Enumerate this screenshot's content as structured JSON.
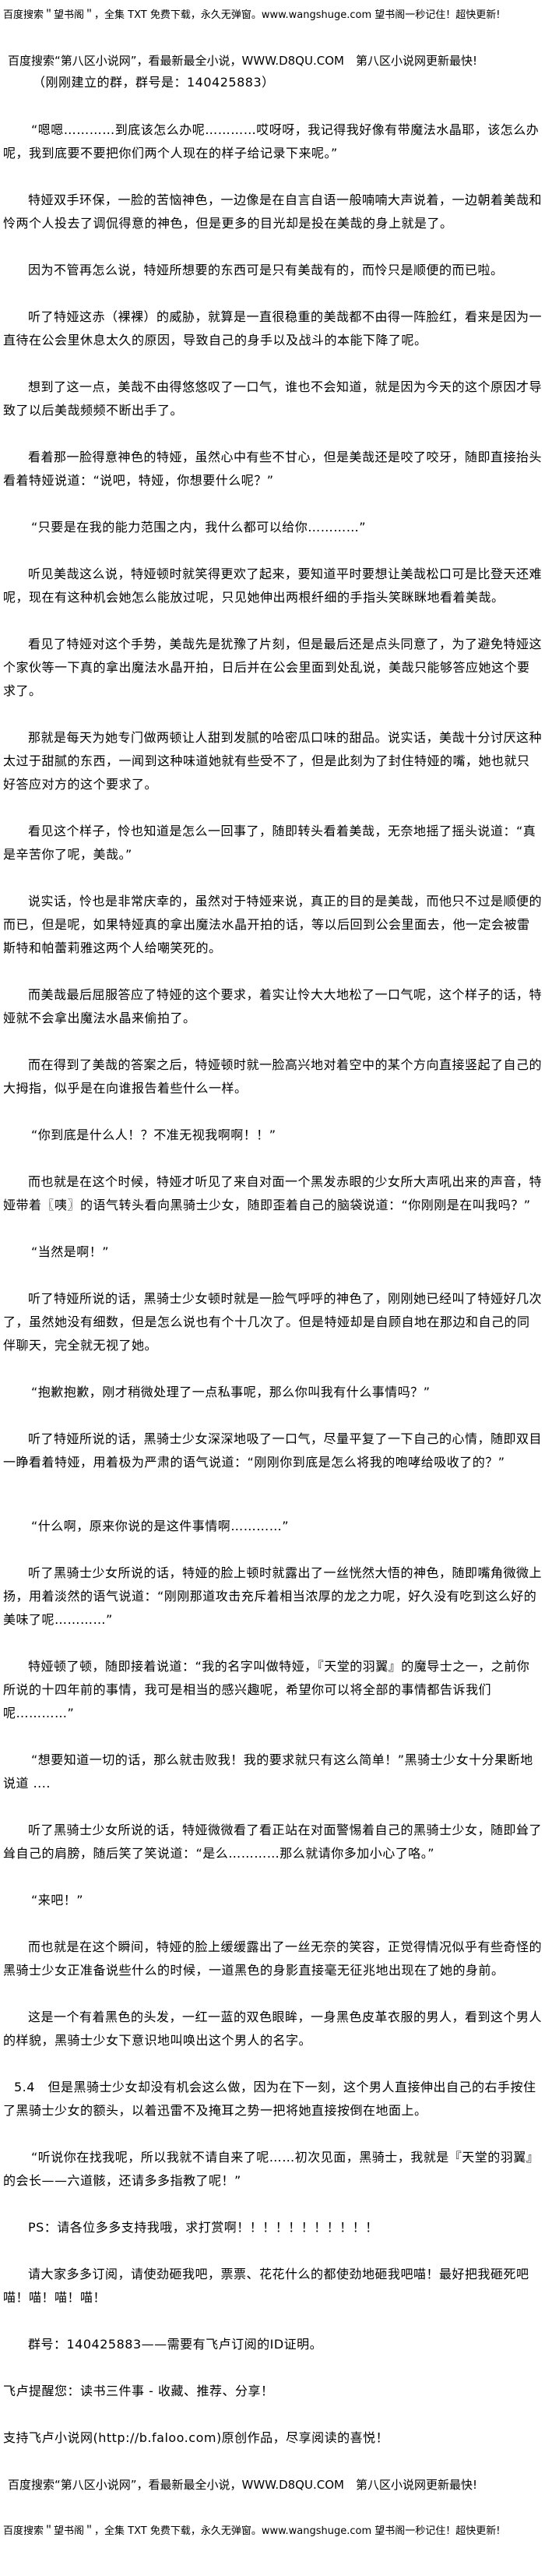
{
  "top_banner": "百度搜索＂望书阁＂，全集 TXT 免费下载，永久无弹窗。www.wangshuge.com 望书阁一秒记住！超快更新!",
  "site_ad": "百度搜索“第八区小说网”，看最新最全小说，WWW.D8QU.COM　第八区小说网更新最快!",
  "group_note": "（刚刚建立的群，群号是：140425883）",
  "paragraphs": [
    "“嗯嗯…………到底该怎么办呢…………哎呀呀，我记得我好像有带魔法水晶耶，该怎么办呢，我到底要不要把你们两个人现在的样子给记录下来呢。”",
    "特娅双手环保，一脸的苦恼神色，一边像是在自言自语一般喃喃大声说着，一边朝着美哉和怜两个人投去了调侃得意的神色，但是更多的目光却是投在美哉的身上就是了。",
    "因为不管再怎么说，特娅所想要的东西可是只有美哉有的，而怜只是顺便的而已啦。",
    "听了特娅这赤（裸裸）的威胁，就算是一直很稳重的美哉都不由得一阵脸红，看来是因为一直待在公会里休息太久的原因，导致自己的身手以及战斗的本能下降了呢。",
    "想到了这一点，美哉不由得悠悠叹了一口气，谁也不会知道，就是因为今天的这个原因才导致了以后美哉频频不断出手了。",
    "看着那一脸得意神色的特娅，虽然心中有些不甘心，但是美哉还是咬了咬牙，随即直接抬头看着特娅说道：“说吧，特娅，你想要什么呢？”",
    "“只要是在我的能力范围之内，我什么都可以给你…………”",
    "听见美哉这么说，特娅顿时就笑得更欢了起来，要知道平时要想让美哉松口可是比登天还难呢，现在有这种机会她怎么能放过呢，只见她伸出两根纤细的手指头笑眯眯地看着美哉。",
    "看见了特娅对这个手势，美哉先是犹豫了片刻，但是最后还是点头同意了，为了避免特娅这个家伙等一下真的拿出魔法水晶开拍，日后并在公会里面到处乱说，美哉只能够答应她这个要求了。",
    "那就是每天为她专门做两顿让人甜到发腻的哈密瓜口味的甜品。说实话，美哉十分讨厌这种太过于甜腻的东西，一闻到这种味道她就有些受不了，但是此刻为了封住特娅的嘴，她也就只好答应对方的这个要求了。",
    "看见这个样子，怜也知道是怎么一回事了，随即转头看着美哉，无奈地摇了摇头说道：“真是辛苦你了呢，美哉。”",
    "说实话，怜也是非常庆幸的，虽然对于特娅来说，真正的目的是美哉，而他只不过是顺便的而已，但是呢，如果特娅真的拿出魔法水晶开拍的话，等以后回到公会里面去，他一定会被雷斯特和帕蕾莉雅这两个人给嘲笑死的。",
    "而美哉最后屈服答应了特娅的这个要求，着实让怜大大地松了一口气呢，这个样子的话，特娅就不会拿出魔法水晶来偷拍了。",
    "而在得到了美哉的答案之后，特娅顿时就一脸高兴地对着空中的某个方向直接竖起了自己的大拇指，似乎是在向谁报告着些什么一样。",
    "“你到底是什么人！？不准无视我啊啊！！”",
    "而也就是在这个时候，特娅才听见了来自对面一个黑发赤眼的少女所大声吼出来的声音，特娅带着〖咦〗的语气转头看向黑骑士少女，随即歪着自己的脑袋说道：“你刚刚是在叫我吗？”",
    "“当然是啊！”",
    "听了特娅所说的话，黑骑士少女顿时就是一脸气呼呼的神色了，刚刚她已经叫了特娅好几次了，虽然她没有细数，但是怎么说也有个十几次了。但是特娅却是自顾自地在那边和自己的同伴聊天，完全就无视了她。",
    "“抱歉抱歉，刚才稍微处理了一点私事呢，那么你叫我有什么事情吗？”",
    "听了特娅所说的话，黑骑士少女深深地吸了一口气，尽量平复了一下自己的心情，随即双目一睁看着特娅，用着极为严肃的语气说道：“刚刚你到底是怎么将我的咆哮给吸收了的？”",
    "“什么啊，原来你说的是这件事情啊…………”",
    "听了黑骑士少女所说的话，特娅的脸上顿时就露出了一丝恍然大悟的神色，随即嘴角微微上扬，用着淡然的语气说道：“刚刚那道攻击充斥着相当浓厚的龙之力呢，好久没有吃到这么好的美味了呢…………”",
    "特娅顿了顿，随即接着说道：“我的名字叫做特娅，『天堂的羽翼』的魔导士之一，之前你所说的十四年前的事情，我可是相当的感兴趣呢，希望你可以将全部的事情都告诉我们呢…………”",
    "“想要知道一切的话，那么就击败我！我的要求就只有这么简单！”黑骑士少女十分果断地说道 ....",
    "听了黑骑士少女所说的话，特娅微微看了看正站在对面警惕着自己的黑骑士少女，随即耸了耸自己的肩膀，随后笑了笑说道：“是么…………那么就请你多加小心了咯。”",
    "“来吧！”",
    "而也就是在这个瞬间，特娅的脸上缓缓露出了一丝无奈的笑容，正觉得情况似乎有些奇怪的黑骑士少女正准备说些什么的时候，一道黑色的身影直接毫无征兆地出现在了她的身前。",
    "这是一个有着黑色的头发，一红一蓝的双色眼眸，一身黑色皮革衣服的男人，看到这个男人的样貌，黑骑士少女下意识地叫唤出这个男人的名字。",
    "5.4　但是黑骑士少女却没有机会这么做，因为在下一刻，这个男人直接伸出自己的右手按住了黑骑士少女的额头，以着迅雷不及掩耳之势一把将她直接按倒在地面上。",
    "“听说你在找我呢，所以我就不请自来了呢……初次见面，黑骑士，我就是『天堂的羽翼』的会长——六道骸，还请多多指教了呢！”",
    "PS：请各位多多支持我哦，求打赏啊！！！！！！！！！！！",
    "请大家多多订阅，请使劲砸我吧，票票、花花什么的都使劲地砸我吧喵！最好把我砸死吧喵！喵！喵！喵！",
    "群号：140425883——需要有飞卢订阅的ID证明。"
  ],
  "footer": {
    "reminder": "飞卢提醒您：读书三件事 - 收藏、推荐、分享！",
    "support": "支持飞卢小说网(http://b.faloo.com)原创作品，尽享阅读的喜悦！"
  }
}
